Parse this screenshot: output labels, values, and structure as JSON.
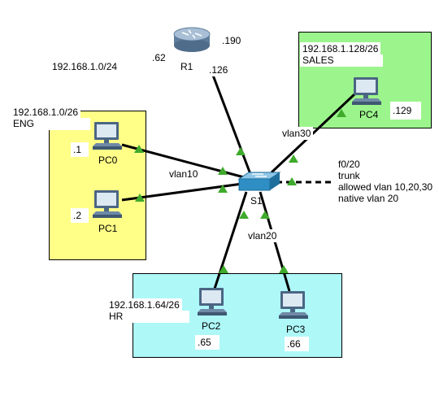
{
  "zones": {
    "eng": {
      "subnet": "192.168.1.0/26",
      "name": "ENG",
      "color": "#ffff88"
    },
    "sales": {
      "subnet": "192.168.1.128/26",
      "name": "SALES",
      "color": "#9cf58c"
    },
    "hr": {
      "subnet": "192.168.1.64/26",
      "name": "HR",
      "color": "#aef8f8"
    }
  },
  "router": {
    "name": "R1",
    "ip_left": ".62",
    "ip_right": ".190",
    "ip_bottom": ".126",
    "subnet": "192.168.1.0/24"
  },
  "switch": {
    "name": "S1"
  },
  "pcs": [
    {
      "name": "PC0",
      "ip": ".1"
    },
    {
      "name": "PC1",
      "ip": ".2"
    },
    {
      "name": "PC2",
      "ip": ".65"
    },
    {
      "name": "PC3",
      "ip": ".66"
    },
    {
      "name": "PC4",
      "ip": ".129"
    }
  ],
  "vlans": {
    "v10": "vlan10",
    "v20": "vlan20",
    "v30": "vlan30"
  },
  "trunk": {
    "port": "f0/20",
    "mode": "trunk",
    "allowed": "allowed vlan 10,20,30",
    "native": "native vlan 20"
  },
  "colors": {
    "link": "#000000",
    "port_up": "#3faa2c",
    "switch_body": "#2f8fc4"
  },
  "icons": [
    "router-icon",
    "switch-icon",
    "pc-icon"
  ]
}
